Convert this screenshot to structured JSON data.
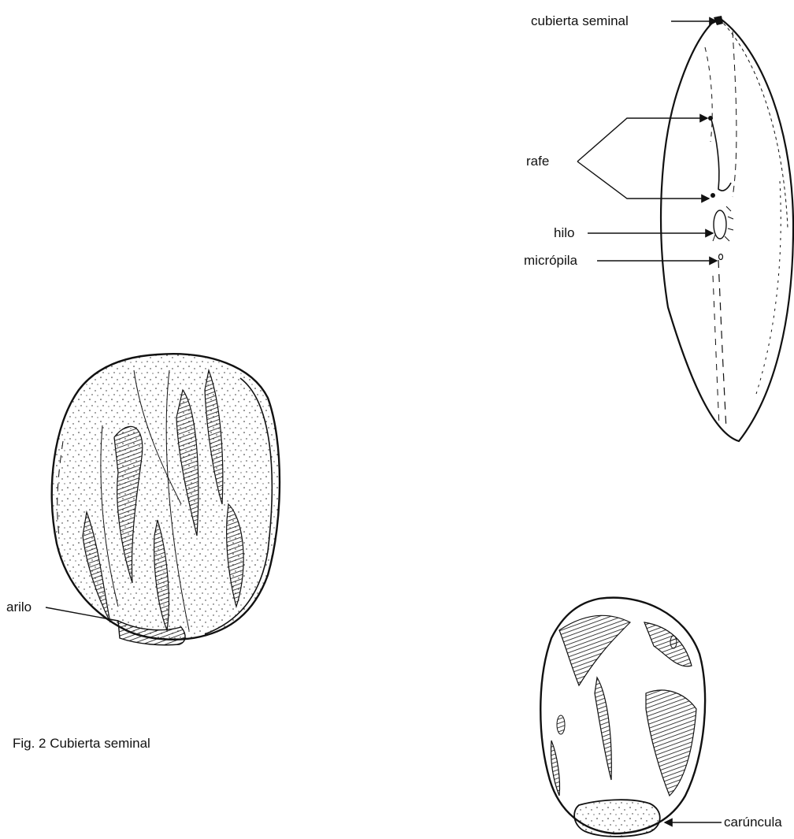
{
  "caption": "Fig. 2  Cubierta seminal",
  "labels": {
    "cubierta_seminal": "cubierta seminal",
    "rafe": "rafe",
    "hilo": "hilo",
    "micropila": "micrópila",
    "arilo": "arilo",
    "caruncula": "carúncula"
  },
  "colors": {
    "ink": "#111111",
    "paper": "#ffffff"
  }
}
